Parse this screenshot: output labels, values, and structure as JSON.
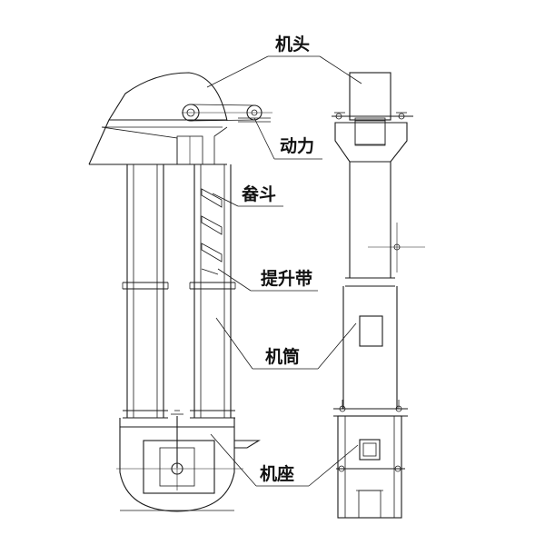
{
  "diagram": {
    "labels": {
      "head": "机头",
      "power": "动力",
      "bucket": "畚斗",
      "belt": "提升带",
      "casing": "机筒",
      "base": "机座"
    }
  }
}
